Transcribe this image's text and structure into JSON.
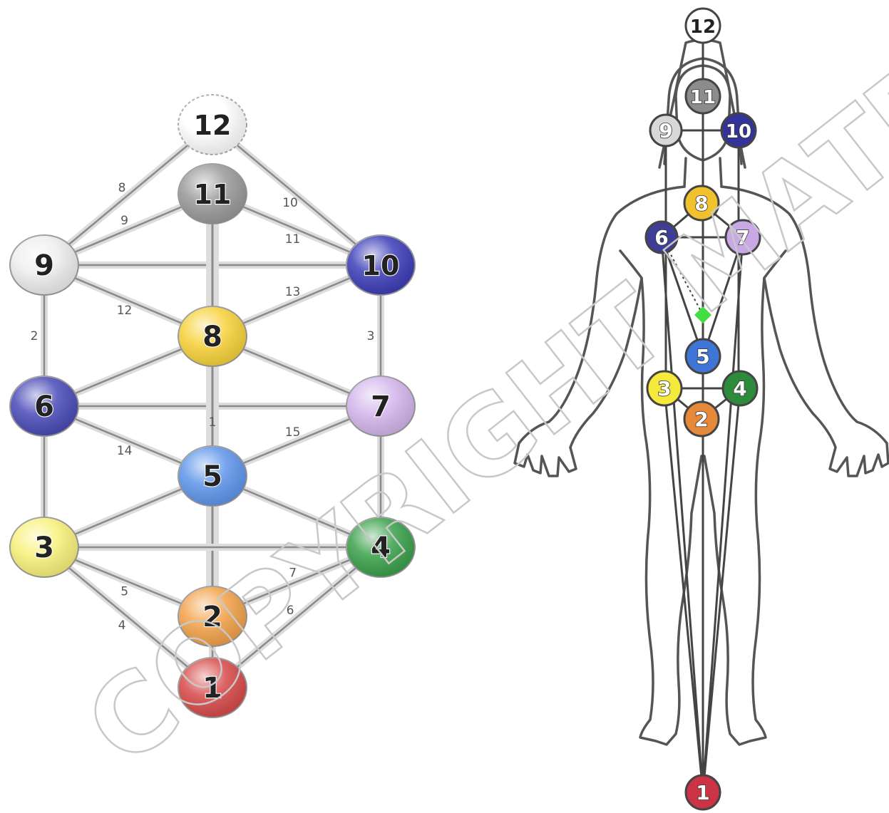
{
  "tree": {
    "nodes": [
      {
        "id": "12",
        "label": "12",
        "color": "#ffffff"
      },
      {
        "id": "11",
        "label": "11",
        "color": "#9a9a9a"
      },
      {
        "id": "9",
        "label": "9",
        "color": "#eeeeee"
      },
      {
        "id": "10",
        "label": "10",
        "color": "#3d3db8"
      },
      {
        "id": "8",
        "label": "8",
        "color": "#f7d23a"
      },
      {
        "id": "6",
        "label": "6",
        "color": "#4a4ab8"
      },
      {
        "id": "7",
        "label": "7",
        "color": "#d3b6ec"
      },
      {
        "id": "5",
        "label": "5",
        "color": "#5f96ea"
      },
      {
        "id": "3",
        "label": "3",
        "color": "#f8f27a"
      },
      {
        "id": "4",
        "label": "4",
        "color": "#3aa04a"
      },
      {
        "id": "2",
        "label": "2",
        "color": "#f3a24a"
      },
      {
        "id": "1",
        "label": "1",
        "color": "#d84a4a"
      }
    ],
    "paths": [
      {
        "from": "12",
        "to": "9",
        "label": "8"
      },
      {
        "from": "12",
        "to": "10",
        "label": "10"
      },
      {
        "from": "11",
        "to": "9",
        "label": "9"
      },
      {
        "from": "11",
        "to": "10",
        "label": "11"
      },
      {
        "from": "9",
        "to": "10",
        "label": ""
      },
      {
        "from": "9",
        "to": "8",
        "label": "12"
      },
      {
        "from": "10",
        "to": "8",
        "label": "13"
      },
      {
        "from": "9",
        "to": "6",
        "label": "2"
      },
      {
        "from": "10",
        "to": "7",
        "label": "3"
      },
      {
        "from": "8",
        "to": "6",
        "label": ""
      },
      {
        "from": "8",
        "to": "7",
        "label": ""
      },
      {
        "from": "6",
        "to": "7",
        "label": ""
      },
      {
        "from": "11",
        "to": "2",
        "label": "1"
      },
      {
        "from": "6",
        "to": "5",
        "label": "14"
      },
      {
        "from": "7",
        "to": "5",
        "label": "15"
      },
      {
        "from": "6",
        "to": "3",
        "label": ""
      },
      {
        "from": "7",
        "to": "4",
        "label": ""
      },
      {
        "from": "5",
        "to": "3",
        "label": ""
      },
      {
        "from": "5",
        "to": "4",
        "label": ""
      },
      {
        "from": "3",
        "to": "4",
        "label": ""
      },
      {
        "from": "3",
        "to": "2",
        "label": "5"
      },
      {
        "from": "4",
        "to": "2",
        "label": "7"
      },
      {
        "from": "3",
        "to": "1",
        "label": "4"
      },
      {
        "from": "4",
        "to": "1",
        "label": "6"
      },
      {
        "from": "2",
        "to": "1",
        "label": ""
      }
    ]
  },
  "body": {
    "nodes": [
      {
        "id": "12",
        "label": "12",
        "color": "#ffffff"
      },
      {
        "id": "11",
        "label": "11",
        "color": "#8c8c8c"
      },
      {
        "id": "9",
        "label": "9",
        "color": "#d8d8d8"
      },
      {
        "id": "10",
        "label": "10",
        "color": "#333399"
      },
      {
        "id": "8",
        "label": "8",
        "color": "#f2c12e"
      },
      {
        "id": "6",
        "label": "6",
        "color": "#3e3e99"
      },
      {
        "id": "7",
        "label": "7",
        "color": "#c9a8e6"
      },
      {
        "id": "5",
        "label": "5",
        "color": "#3f75d6"
      },
      {
        "id": "3",
        "label": "3",
        "color": "#f5ea3c"
      },
      {
        "id": "4",
        "label": "4",
        "color": "#2e8b3c"
      },
      {
        "id": "2",
        "label": "2",
        "color": "#e6893a"
      },
      {
        "id": "1",
        "label": "1",
        "color": "#cc3344"
      }
    ],
    "marker_color": "#44dd44"
  },
  "watermark": "COPYRIGHT MATERIAL"
}
